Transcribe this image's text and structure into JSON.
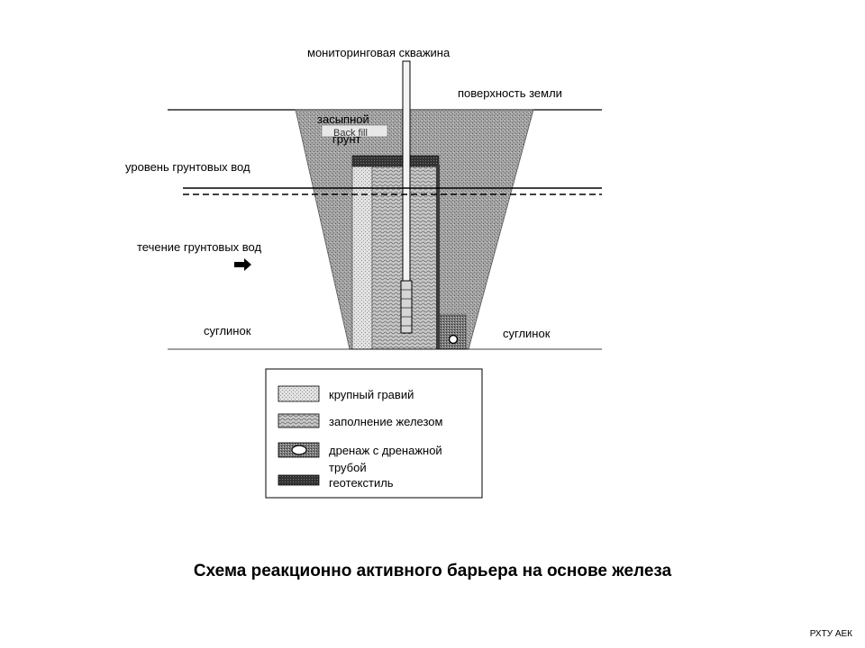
{
  "labels": {
    "monitoring_well": "мониторинговая скважина",
    "ground_surface": "поверхность земли",
    "backfill_line1": "засыпной",
    "backfill_line2": "грунт",
    "backfill_en": "Back fill",
    "groundwater_level": "уровень грунтовых вод",
    "groundwater_flow": "течение грунтовых вод",
    "loam_left": "суглинок",
    "loam_right": "суглинок"
  },
  "legend": [
    {
      "label": "крупный гравий",
      "pattern": "coarse-gravel"
    },
    {
      "label": "заполнение железом",
      "pattern": "iron-fill"
    },
    {
      "label_line1": "дренаж с дренажной",
      "label_line2": "трубой",
      "pattern": "drain-pipe"
    },
    {
      "label": "геотекстиль",
      "pattern": "geotextile"
    }
  ],
  "caption": "Схема реакционно активного барьера на основе железа",
  "footer": "РХТУ АЕК",
  "colors": {
    "backfill": "#9e9e9e",
    "gravel": "#d9d9d9",
    "iron": "#b8b8b8",
    "geotextile": "#3a3a3a",
    "drain": "#6e6e6e"
  }
}
